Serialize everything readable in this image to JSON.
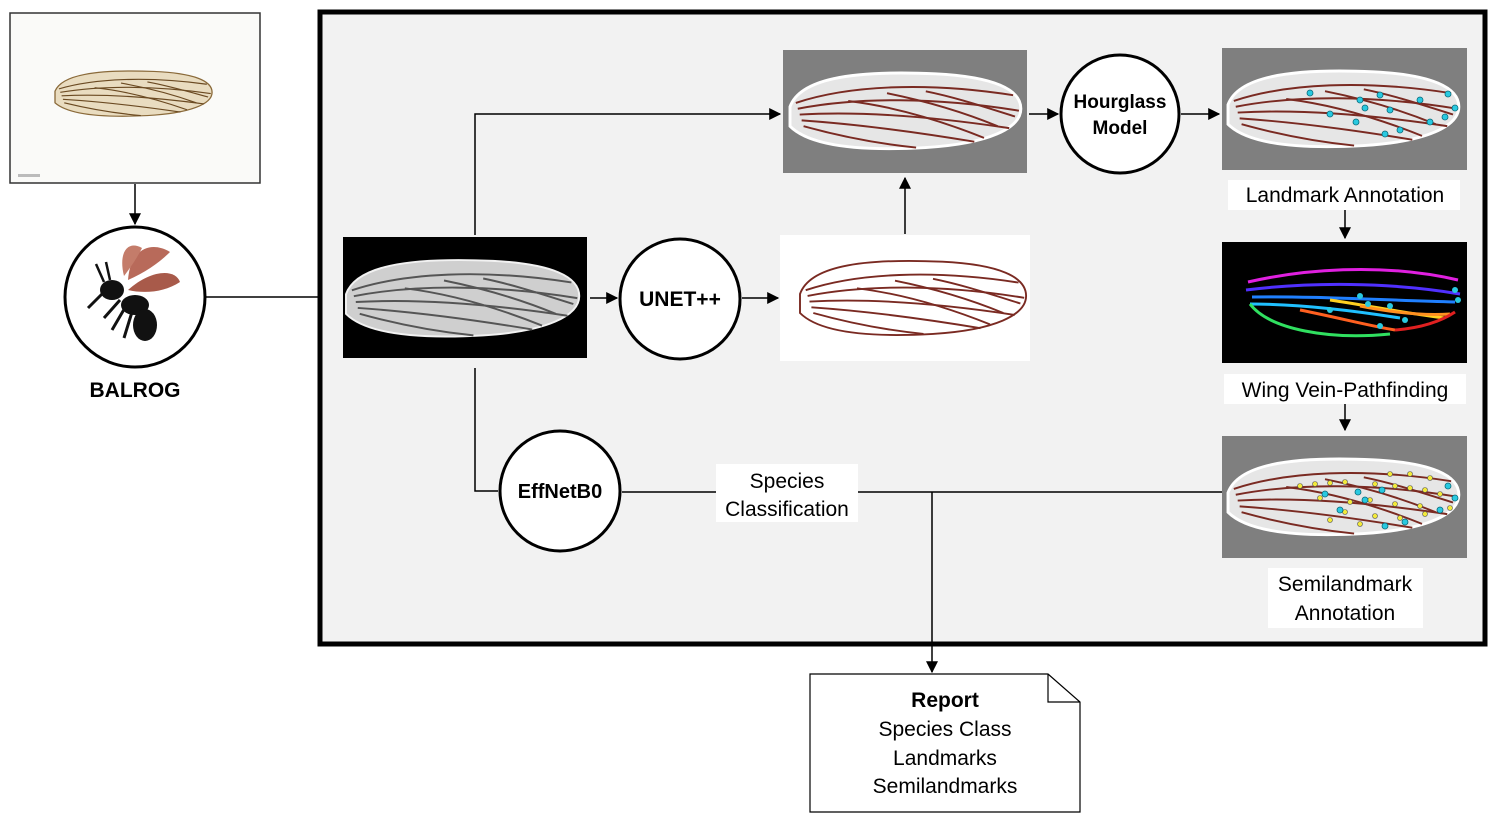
{
  "logo": {
    "label": "BALROG"
  },
  "models": {
    "unet": "UNET++",
    "hourglass_line1": "Hourglass",
    "hourglass_line2": "Model",
    "effnet": "EffNetB0"
  },
  "captions": {
    "landmark": "Landmark Annotation",
    "pathfinding": "Wing Vein-Pathfinding",
    "semilandmark_line1": "Semilandmark",
    "semilandmark_line2": "Annotation",
    "species_line1": "Species",
    "species_line2": "Classification"
  },
  "report": {
    "title": "Report",
    "lines": [
      "Species Class",
      "Landmarks",
      "Semilandmarks"
    ]
  },
  "colors": {
    "vein": "#7a2a22",
    "landmark_point": "#29c9e0",
    "semilandmark_point": "#f2e93a",
    "panel_bg": "#f2f2f2",
    "masked_bg": "#7f7f7f"
  }
}
